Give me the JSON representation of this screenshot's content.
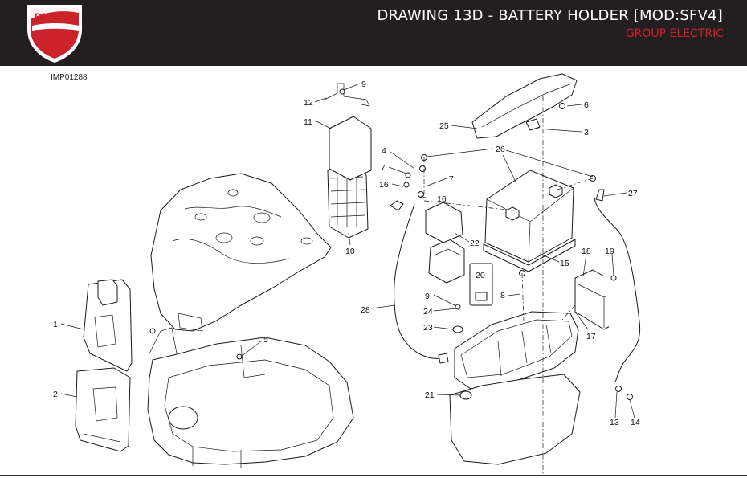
{
  "header": {
    "title": "DRAWING 13D - BATTERY HOLDER [MOD:SFV4]",
    "subtitle": "GROUP ELECTRIC",
    "logo_text": "DUCATI",
    "logo_color": "#cc2229",
    "background_color": "#231f20"
  },
  "drawing_code": "IMP01288",
  "callouts": {
    "c1": "1",
    "c2": "2",
    "c3": "3",
    "c4": "4",
    "c5": "5",
    "c6": "6",
    "c7a": "7",
    "c7b": "7",
    "c8": "8",
    "c9a": "9",
    "c9b": "9",
    "c10": "10",
    "c11": "11",
    "c12": "12",
    "c13": "13",
    "c14": "14",
    "c15": "15",
    "c16a": "16",
    "c16b": "16",
    "c17": "17",
    "c18": "18",
    "c19": "19",
    "c20": "20",
    "c21": "21",
    "c22": "22",
    "c23": "23",
    "c24": "24",
    "c25": "25",
    "c26": "26",
    "c27": "27",
    "c28": "28"
  }
}
